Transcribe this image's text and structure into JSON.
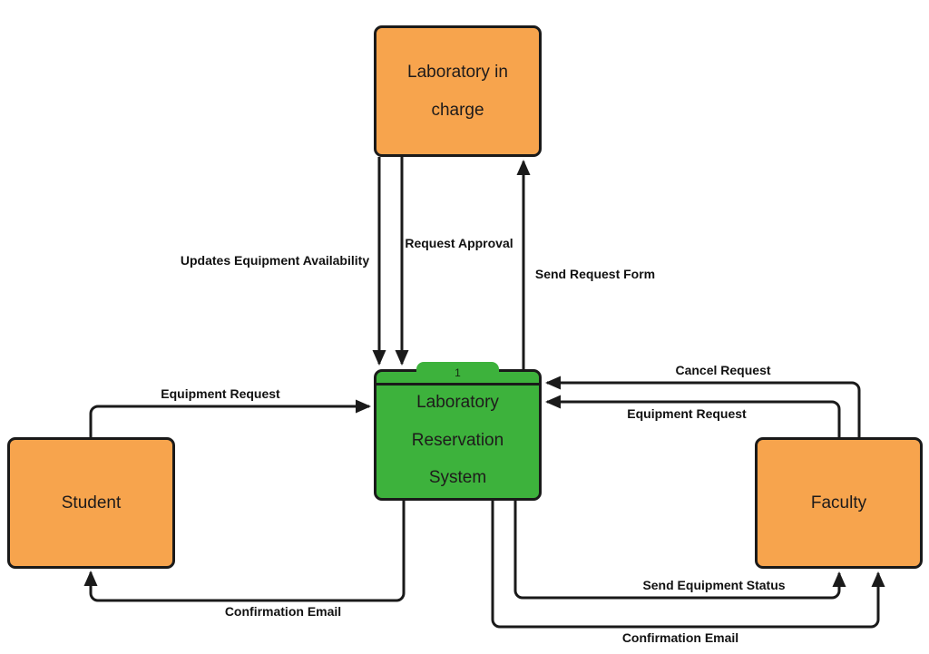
{
  "diagram": {
    "type": "data-flow-diagram",
    "background": "#FFFFFF",
    "stroke_color": "#1A1A1A",
    "actor_fill": "#F7A44D",
    "process_fill": "#3DB23C"
  },
  "nodes": {
    "lab_in_charge": {
      "label": "Laboratory in charge",
      "shape": "rectangle",
      "fill": "#F7A44D"
    },
    "system": {
      "id": "1",
      "label": "Laboratory Reservation System",
      "shape": "process",
      "fill": "#3DB23C"
    },
    "student": {
      "label": "Student",
      "shape": "rectangle",
      "fill": "#F7A44D"
    },
    "faculty": {
      "label": "Faculty",
      "shape": "rectangle",
      "fill": "#F7A44D"
    }
  },
  "flows": {
    "updates_equipment_availability": {
      "label": "Updates Equipment Availability",
      "from": "Laboratory in charge",
      "to": "Laboratory Reservation System"
    },
    "request_approval": {
      "label": "Request Approval",
      "from": "Laboratory in charge",
      "to": "Laboratory Reservation System"
    },
    "send_request_form": {
      "label": "Send Request Form",
      "from": "Laboratory Reservation System",
      "to": "Laboratory in charge"
    },
    "equipment_request_student": {
      "label": "Equipment Request",
      "from": "Student",
      "to": "Laboratory Reservation System"
    },
    "cancel_request": {
      "label": "Cancel Request",
      "from": "Faculty",
      "to": "Laboratory Reservation System"
    },
    "equipment_request_faculty": {
      "label": "Equipment Request",
      "from": "Faculty",
      "to": "Laboratory Reservation System"
    },
    "confirmation_email_student": {
      "label": "Confirmation Email",
      "from": "Laboratory Reservation System",
      "to": "Student"
    },
    "send_equipment_status": {
      "label": "Send Equipment Status",
      "from": "Laboratory Reservation System",
      "to": "Faculty"
    },
    "confirmation_email_faculty": {
      "label": "Confirmation Email",
      "from": "Laboratory Reservation System",
      "to": "Faculty"
    }
  }
}
